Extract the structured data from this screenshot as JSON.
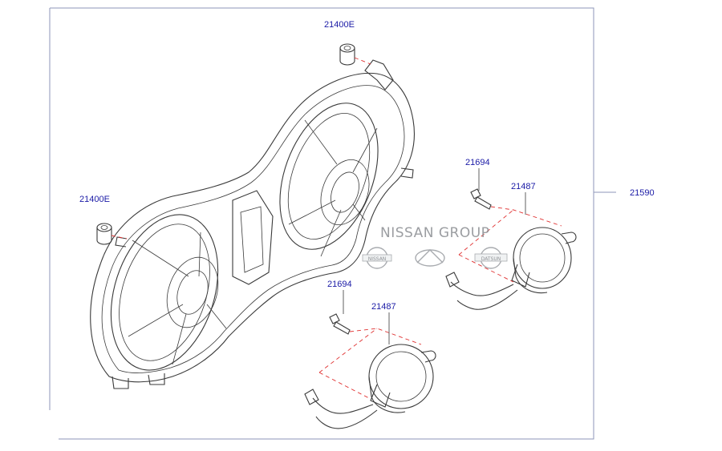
{
  "diagram": {
    "labels": {
      "grommet_top": "21400E",
      "grommet_left": "21400E",
      "bolt_upper": "21694",
      "motor_upper": "21487",
      "bolt_lower": "21694",
      "motor_lower": "21487",
      "assembly": "21590"
    },
    "watermark": {
      "text": "NISSAN GROUP",
      "logos": [
        "nissan-logo",
        "infiniti-logo",
        "datsun-logo"
      ],
      "logo_text_nissan": "NISSAN",
      "logo_text_datsun": "DATSUN"
    },
    "colors": {
      "label_text": "#1a1aa6",
      "frame_line": "#8d96b8",
      "dashed_leader": "#e03030",
      "drawing_line": "#3a3a3a",
      "watermark": "#8a8d91"
    }
  }
}
